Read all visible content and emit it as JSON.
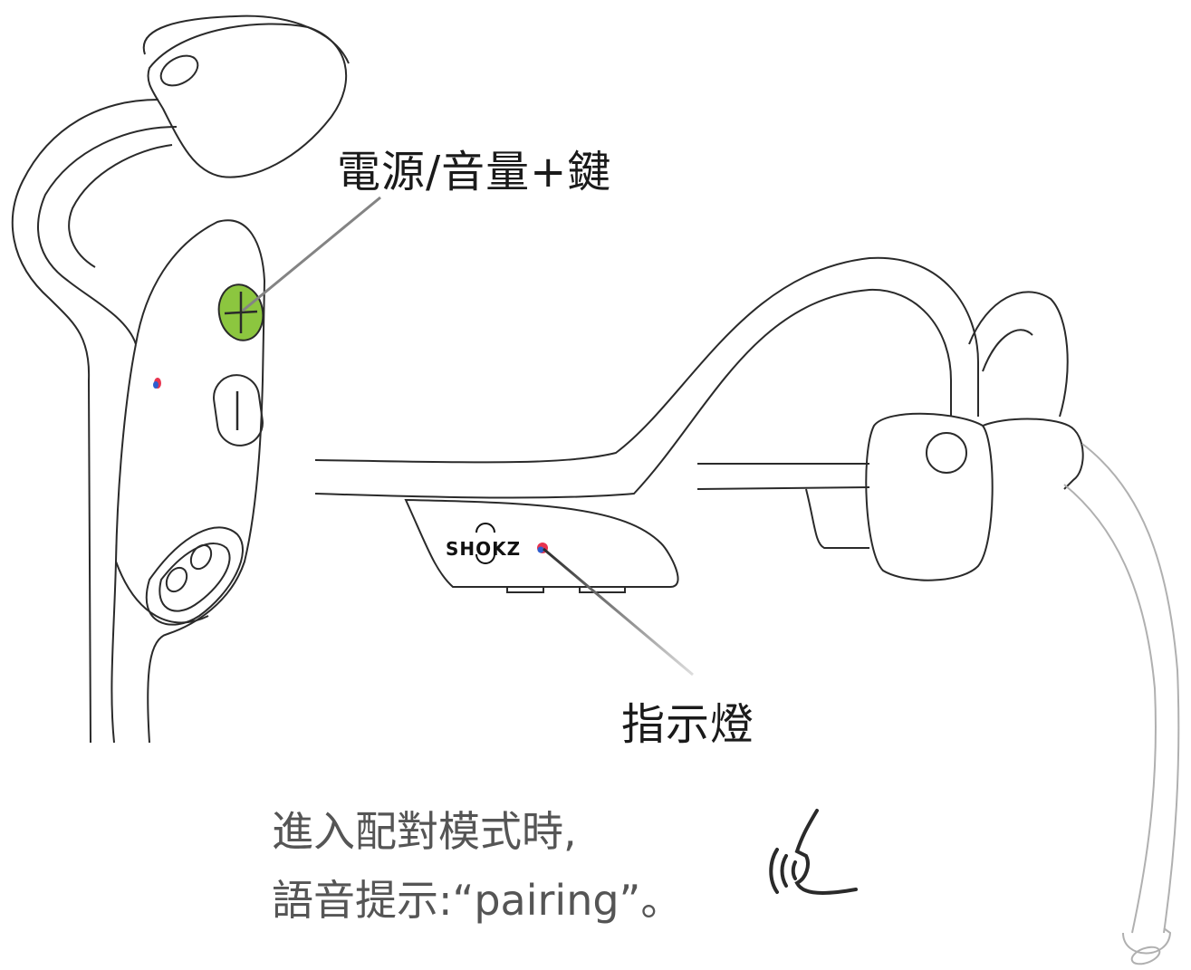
{
  "labels": {
    "power_button": "電源/音量+鍵",
    "indicator": "指示燈",
    "description_line1": "進入配對模式時,",
    "description_line2": "語音提示:“pairing”。"
  },
  "brand": "SHOKZ",
  "colors": {
    "outline": "#2a2a2a",
    "power_button": "#8cc63f",
    "indicator_red": "#e8344f",
    "indicator_blue": "#2e5fd0",
    "mic_boom": "#b0b0b0"
  },
  "icons": [
    "voice-prompt-icon"
  ]
}
